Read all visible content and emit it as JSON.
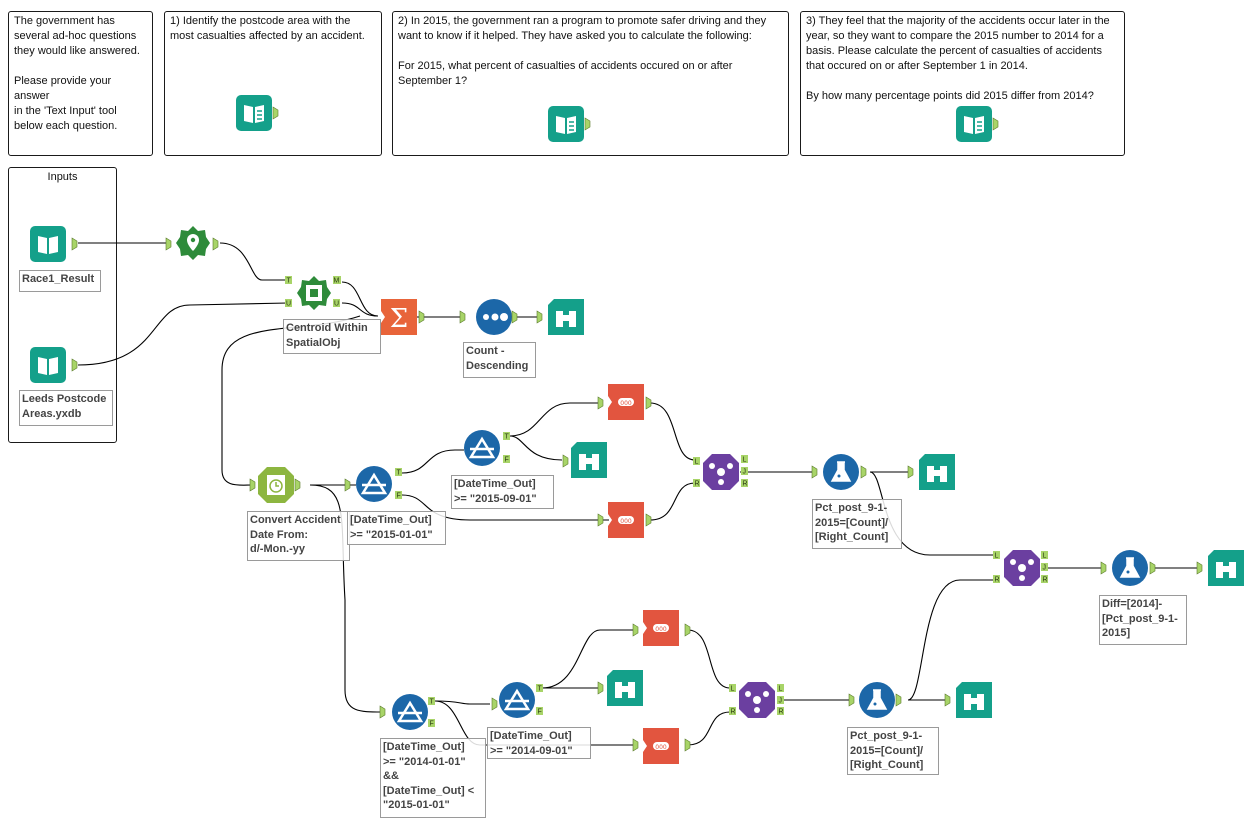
{
  "comments": {
    "intro": "The government has\nseveral ad-hoc questions\nthey would like answered.\n\nPlease provide your answer\nin the 'Text Input' tool\nbelow each question.",
    "q1": "1) Identify the postcode area with the\nmost casualties affected by an accident.",
    "q2": "2) In 2015, the government ran a program to promote safer driving and they\nwant to know if it helped. They have asked you to calculate the following:\n\nFor 2015, what percent of casualties of accidents occured on or after\nSeptember 1?",
    "q3": "3) They feel that the majority of the accidents occur later in the\nyear, so they want to compare the 2015 number to 2014 for a\nbasis. Please calculate the percent of casualties of accidents\nthat occured on or after September 1 in 2014.\n\nBy how many percentage points did 2015 differ from 2014?"
  },
  "container": {
    "title": "Inputs"
  },
  "annotations": {
    "race1": "Race1_Result",
    "leeds": "Leeds Postcode\nAreas.yxdb",
    "spatial": "Centroid Within\nSpatialObj",
    "count_desc": "Count -\nDescending",
    "convert": "Convert Accident\nDate From:\nd/-Mon.-yy",
    "filter2015": "[DateTime_Out]\n>= \"2015-01-01\"",
    "filter_sep2015": "[DateTime_Out]\n>= \"2015-09-01\"",
    "formula2015": "Pct_post_9-1-\n2015=[Count]/\n[Right_Count]",
    "diff": "Diff=[2014]-\n[Pct_post_9-1-\n2015]",
    "filter2014": "[DateTime_Out]\n>= \"2014-01-01\"\n&&\n[DateTime_Out] <\n\"2015-01-01\"",
    "filter_sep2014": "[DateTime_Out]\n>= \"2014-09-01\"",
    "formula2014": "Pct_post_9-1-\n2015=[Count]/\n[Right_Count]"
  },
  "anchors": {
    "T": "T",
    "F": "F",
    "L": "L",
    "J": "J",
    "R": "R",
    "M": "M",
    "U": "U"
  },
  "colors": {
    "io_teal": "#14a08a",
    "spatial_green": "#2e8b3a",
    "summarize_orange": "#e8643a",
    "sort_blue": "#1c67a8",
    "filter_blue": "#1c67a8",
    "join_purple": "#6b3fa0",
    "formula_blue": "#1c67a8",
    "datetime_green": "#8db640",
    "count_red": "#e2553f",
    "anchor_green": "#a8d468"
  }
}
